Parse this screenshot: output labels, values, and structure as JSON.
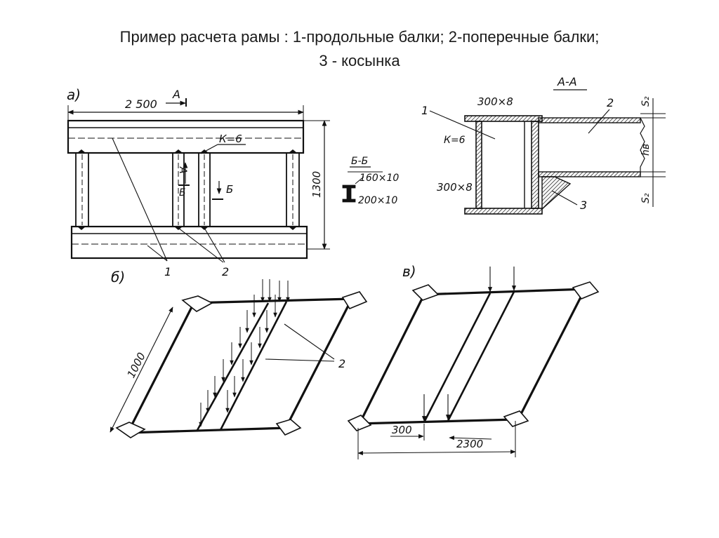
{
  "title": {
    "line1": "Пример расчета рамы : 1-продольные балки; 2-поперечные балки;",
    "line2": "3 - косынка"
  },
  "fig_a": {
    "label": "а)",
    "dim_width": "2 500",
    "dim_height": "1300",
    "section_mark": "А",
    "weld_leg": "К=6",
    "section_b_mark": "Б",
    "callout_1": "1",
    "callout_2": "2",
    "section_bb": {
      "title": "Б-Б",
      "flange": "160×10",
      "web": "200×10"
    }
  },
  "section_aa": {
    "title": "А-А",
    "flange_dim": "300×8",
    "web_dim": "300×8",
    "weld_leg": "К=6",
    "callout_1": "1",
    "callout_2": "2",
    "callout_3": "3",
    "dim_s2_top": "S₂",
    "dim_hb": "hв",
    "dim_s2_bottom": "S₂"
  },
  "fig_b": {
    "label": "б)",
    "dim_length": "1000",
    "callout_2": "2"
  },
  "fig_v": {
    "label": "в)",
    "dim_offset": "300",
    "dim_span": "2300"
  }
}
